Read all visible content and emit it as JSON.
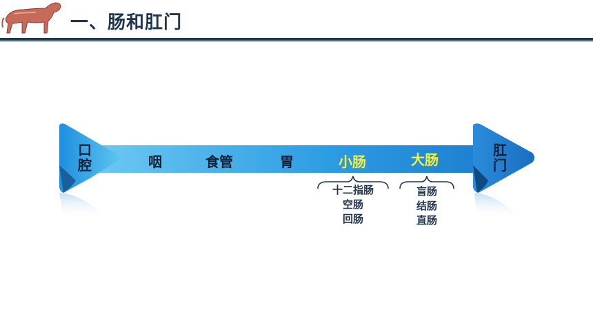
{
  "header": {
    "title": "一、肠和肛门",
    "logo_icon": "animal-musculature-icon"
  },
  "diagram": {
    "start_node": "口腔",
    "end_node": "肛门",
    "stages": [
      "咽",
      "食管",
      "胃",
      "小肠",
      "大肠"
    ],
    "highlighted_stages": [
      "小肠",
      "大肠"
    ],
    "small_intestine_parts": [
      "十二指肠",
      "空肠",
      "回肠"
    ],
    "large_intestine_parts": [
      "盲肠",
      "结肠",
      "直肠"
    ]
  },
  "colors": {
    "arrow_light": "#6cc8f2",
    "arrow_dark": "#1f78c8",
    "title_dark": "#1f3550",
    "highlight": "#f5f23c"
  }
}
